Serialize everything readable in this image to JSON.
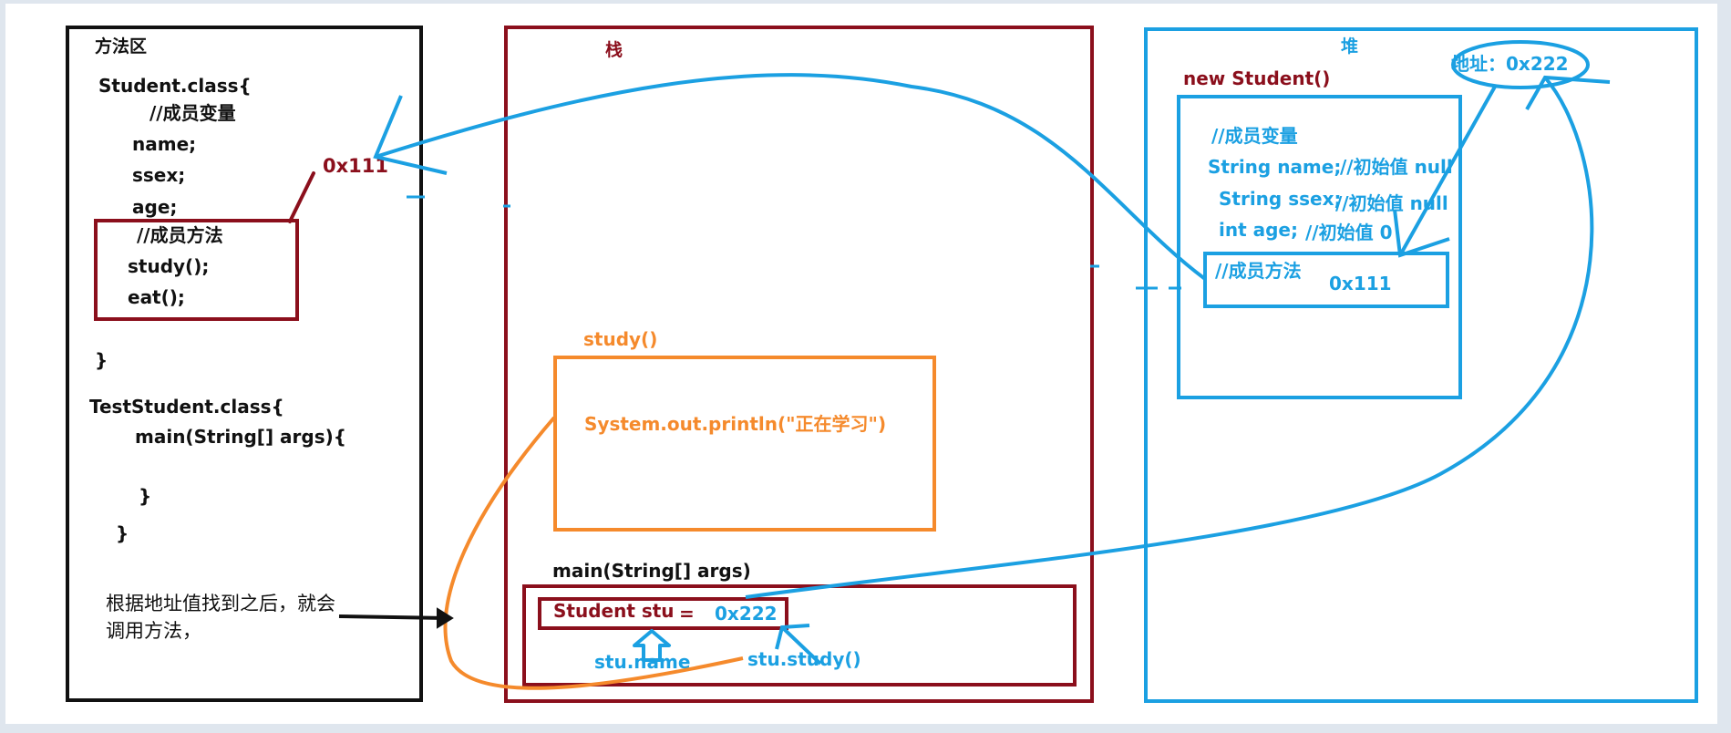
{
  "method_area": {
    "title": "方法区",
    "student_class": {
      "header": "Student.class{",
      "member_var_comment": "//成员变量",
      "fields": [
        "name;",
        "ssex;",
        "age;"
      ],
      "member_method_comment": "//成员方法",
      "methods": [
        "study();",
        "eat();"
      ],
      "close": "}"
    },
    "address_label": "0x111",
    "test_class": {
      "header": "TestStudent.class{",
      "main_sig": "main(String[] args){",
      "inner_close": "}",
      "outer_close": "}"
    },
    "note_line1": "根据地址值找到之后，就会",
    "note_line2": "调用方法，"
  },
  "stack": {
    "title": "栈",
    "study_frame": {
      "label": "study()",
      "statement": "System.out.println(\"正在学习\")"
    },
    "main_frame": {
      "label": "main(String[] args)",
      "var_decl": "Student stu",
      "equals": "=",
      "value": "0x222",
      "access_name": "stu.name",
      "access_study": "stu.study()"
    }
  },
  "heap": {
    "title": "堆",
    "address": "地址：0x222",
    "object_label": "new Student()",
    "member_var_comment": "//成员变量",
    "fields": [
      {
        "decl": "String name;",
        "init": "//初始值 null"
      },
      {
        "decl": "String ssex;",
        "init": "//初始值 null"
      },
      {
        "decl": "int age;",
        "init": "//初始值 0"
      }
    ],
    "member_method_comment": "//成员方法",
    "method_ref": "0x111"
  },
  "colors": {
    "method_area": "#111111",
    "stack": "#8b0f1c",
    "heap": "#1ba0e2",
    "study_frame": "#f58a2c",
    "background": "#dfe6ee"
  }
}
